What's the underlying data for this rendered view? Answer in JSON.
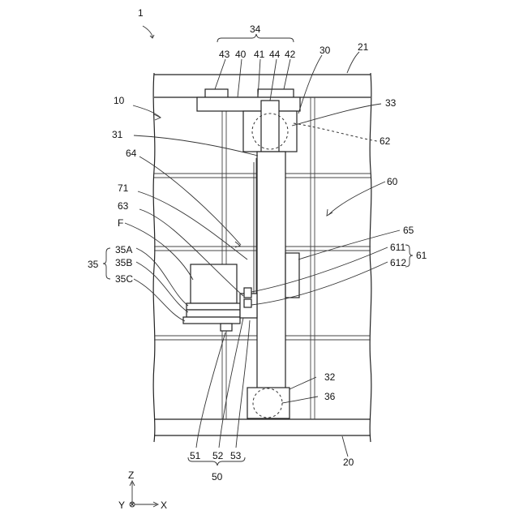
{
  "figure": {
    "ref_1": "1",
    "labels": {
      "l34": "34",
      "l43": "43",
      "l40": "40",
      "l41": "41",
      "l44": "44",
      "l42": "42",
      "l30": "30",
      "l21": "21",
      "l10": "10",
      "l33": "33",
      "l31": "31",
      "l62": "62",
      "l64": "64",
      "l71": "71",
      "l60": "60",
      "l63": "63",
      "lF": "F",
      "l35A": "35A",
      "l35B": "35B",
      "l35": "35",
      "l35C": "35C",
      "l65": "65",
      "l611": "611",
      "l612": "612",
      "l61": "61",
      "l32": "32",
      "l36": "36",
      "l51": "51",
      "l52": "52",
      "l53": "53",
      "l50": "50",
      "l20": "20"
    },
    "axes": {
      "z": "Z",
      "y": "Y",
      "x": "X"
    }
  }
}
